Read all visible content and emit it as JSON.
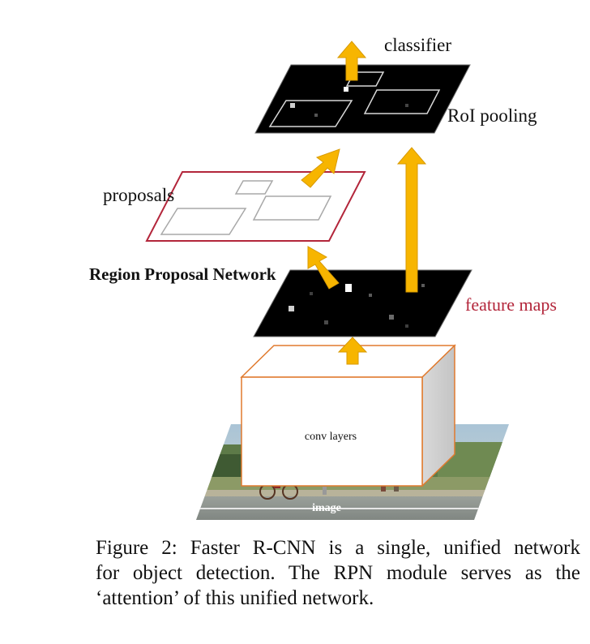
{
  "diagram": {
    "labels": {
      "classifier": "classifier",
      "roi_pooling": "RoI pooling",
      "proposals": "proposals",
      "rpn": "Region Proposal Network",
      "feature_maps": "feature maps",
      "conv_layers": "conv layers",
      "image": "image"
    },
    "colors": {
      "arrow": "#f7b500",
      "arrow_edge": "#d89a00",
      "proposals_border": "#b3263b",
      "feature_maps_text": "#b3263b",
      "conv_border": "#e07a2e",
      "map_fill": "#000000",
      "box_outline": "#bbbbbb"
    }
  },
  "caption": {
    "line1": "Figure 2: Faster R-CNN is a single, unified network",
    "line2": "for object detection. The RPN module serves as the",
    "line3": "‘attention’ of this unified network."
  }
}
